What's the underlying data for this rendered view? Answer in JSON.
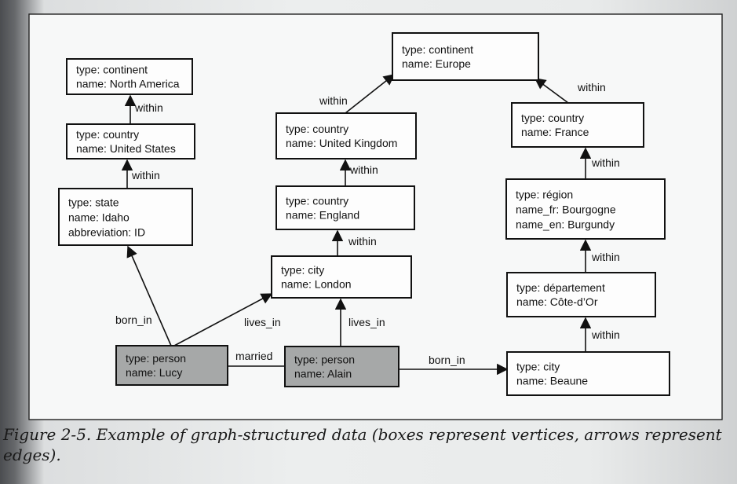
{
  "vertices": [
    {
      "id": "north-america",
      "shaded": false,
      "lines": [
        "type: continent",
        "name: North America"
      ]
    },
    {
      "id": "united-states",
      "shaded": false,
      "lines": [
        "type: country",
        "name: United States"
      ]
    },
    {
      "id": "idaho",
      "shaded": false,
      "lines": [
        "type: state",
        "name: Idaho",
        "abbreviation: ID"
      ]
    },
    {
      "id": "europe",
      "shaded": false,
      "lines": [
        "type: continent",
        "name: Europe"
      ]
    },
    {
      "id": "united-kingdom",
      "shaded": false,
      "lines": [
        "type: country",
        "name: United Kingdom"
      ]
    },
    {
      "id": "england",
      "shaded": false,
      "lines": [
        "type: country",
        "name: England"
      ]
    },
    {
      "id": "london",
      "shaded": false,
      "lines": [
        "type: city",
        "name: London"
      ]
    },
    {
      "id": "france",
      "shaded": false,
      "lines": [
        "type: country",
        "name: France"
      ]
    },
    {
      "id": "bourgogne",
      "shaded": false,
      "lines": [
        "type: région",
        "name_fr: Bourgogne",
        "name_en: Burgundy"
      ]
    },
    {
      "id": "cote-dor",
      "shaded": false,
      "lines": [
        "type: département",
        "name: Côte-d’Or"
      ]
    },
    {
      "id": "beaune",
      "shaded": false,
      "lines": [
        "type: city",
        "name: Beaune"
      ]
    },
    {
      "id": "lucy",
      "shaded": true,
      "lines": [
        "type: person",
        "name: Lucy"
      ]
    },
    {
      "id": "alain",
      "shaded": true,
      "lines": [
        "type: person",
        "name: Alain"
      ]
    }
  ],
  "edges": [
    {
      "from": "united-states",
      "to": "north-america",
      "label": "within",
      "arrow": true
    },
    {
      "from": "idaho",
      "to": "united-states",
      "label": "within",
      "arrow": true
    },
    {
      "from": "united-kingdom",
      "to": "europe",
      "label": "within",
      "arrow": true
    },
    {
      "from": "england",
      "to": "united-kingdom",
      "label": "within",
      "arrow": true
    },
    {
      "from": "london",
      "to": "england",
      "label": "within",
      "arrow": true
    },
    {
      "from": "france",
      "to": "europe",
      "label": "within",
      "arrow": true
    },
    {
      "from": "bourgogne",
      "to": "france",
      "label": "within",
      "arrow": true
    },
    {
      "from": "cote-dor",
      "to": "bourgogne",
      "label": "within",
      "arrow": true
    },
    {
      "from": "beaune",
      "to": "cote-dor",
      "label": "within",
      "arrow": true
    },
    {
      "from": "lucy",
      "to": "idaho",
      "label": "born_in",
      "arrow": true
    },
    {
      "from": "lucy",
      "to": "london",
      "label": "lives_in",
      "arrow": true
    },
    {
      "from": "alain",
      "to": "london",
      "label": "lives_in",
      "arrow": true
    },
    {
      "from": "lucy",
      "to": "alain",
      "label": "married",
      "arrow": false
    },
    {
      "from": "alain",
      "to": "beaune",
      "label": "born_in",
      "arrow": true
    }
  ],
  "caption": "Figure 2-5. Example of graph-structured data (boxes represent vertices, arrows represent edges)."
}
